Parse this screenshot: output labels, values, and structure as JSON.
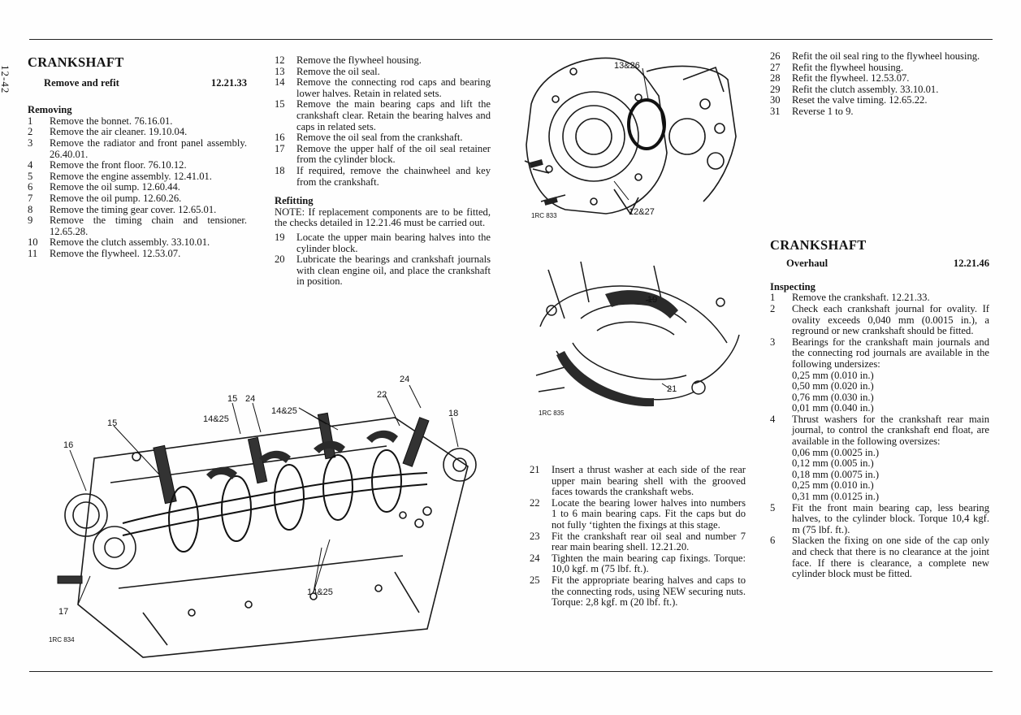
{
  "page_number": "12-42",
  "left": {
    "title": "CRANKSHAFT",
    "subtitle": "Remove and refit",
    "ref": "12.21.33",
    "removing_heading": "Removing",
    "removing": [
      {
        "n": "1",
        "t": "Remove the bonnet. 76.16.01."
      },
      {
        "n": "2",
        "t": "Remove the air cleaner. 19.10.04."
      },
      {
        "n": "3",
        "t": "Remove the radiator and front panel assembly. 26.40.01."
      },
      {
        "n": "4",
        "t": "Remove the front floor. 76.10.12."
      },
      {
        "n": "5",
        "t": "Remove the engine assembly. 12.41.01."
      },
      {
        "n": "6",
        "t": "Remove the oil sump. 12.60.44."
      },
      {
        "n": "7",
        "t": "Remove the oil pump. 12.60.26."
      },
      {
        "n": "8",
        "t": "Remove the timing gear cover. 12.65.01."
      },
      {
        "n": "9",
        "t": "Remove the timing chain and tensioner. 12.65.28."
      },
      {
        "n": "10",
        "t": "Remove the clutch assembly. 33.10.01."
      },
      {
        "n": "11",
        "t": "Remove the flywheel. 12.53.07."
      }
    ]
  },
  "middle": {
    "steps": [
      {
        "n": "12",
        "t": "Remove the flywheel housing."
      },
      {
        "n": "13",
        "t": "Remove the oil seal."
      },
      {
        "n": "14",
        "t": "Remove the connecting rod caps and bearing lower halves. Retain in related sets."
      },
      {
        "n": "15",
        "t": "Remove the main bearing caps and lift the crankshaft clear. Retain the bearing halves and caps in related sets."
      },
      {
        "n": "16",
        "t": "Remove the oil seal from the crankshaft."
      },
      {
        "n": "17",
        "t": "Remove the upper half of the oil seal retainer from the cylinder block."
      },
      {
        "n": "18",
        "t": "If required, remove the chainwheel and key from the crankshaft."
      }
    ],
    "refitting_heading": "Refitting",
    "note": "NOTE: If replacement components are to be fitted, the checks detailed in 12.21.46 must be carried out.",
    "refit": [
      {
        "n": "19",
        "t": "Locate the upper main bearing halves into the cylinder block."
      },
      {
        "n": "20",
        "t": "Lubricate the bearings and crankshaft journals with clean engine oil, and place the crankshaft in position."
      }
    ]
  },
  "third": {
    "steps": [
      {
        "n": "21",
        "t": "Insert a thrust washer at each side of the rear upper main bearing shell with the grooved faces towards the crankshaft webs."
      },
      {
        "n": "22",
        "t": "Locate the bearing lower halves into numbers 1 to 6 main bearing caps. Fit the caps but do not fully ‘tighten the fixings at this stage."
      },
      {
        "n": "23",
        "t": "Fit the crankshaft rear oil seal and number 7 rear main bearing shell. 12.21.20."
      },
      {
        "n": "24",
        "t": "Tighten the main bearing cap fixings. Torque: 10,0 kgf. m (75 lbf. ft.)."
      },
      {
        "n": "25",
        "t": "Fit the appropriate bearing halves and caps to the connecting rods, using NEW securing nuts. Torque: 2,8 kgf. m (20 lbf. ft.)."
      }
    ]
  },
  "right": {
    "steps_top": [
      {
        "n": "26",
        "t": "Refit the oil seal ring to the flywheel housing."
      },
      {
        "n": "27",
        "t": "Refit the flywheel housing."
      },
      {
        "n": "28",
        "t": "Refit the flywheel. 12.53.07."
      },
      {
        "n": "29",
        "t": "Refit the clutch assembly. 33.10.01."
      },
      {
        "n": "30",
        "t": "Reset the valve timing. 12.65.22."
      },
      {
        "n": "31",
        "t": "Reverse 1 to 9."
      }
    ],
    "title": "CRANKSHAFT",
    "subtitle": "Overhaul",
    "ref": "12.21.46",
    "inspecting_heading": "Inspecting",
    "s1": {
      "n": "1",
      "t": "Remove the crankshaft. 12.21.33."
    },
    "s2": {
      "n": "2",
      "t": "Check each crankshaft journal for ovality. If ovality exceeds 0,040 mm (0.0015 in.), a reground or new crankshaft should be fitted."
    },
    "s3": {
      "n": "3",
      "t": "Bearings for the crankshaft main journals and the connecting rod journals are available in the following undersizes:"
    },
    "undersizes": [
      "0,25 mm (0.010 in.)",
      "0,50 mm (0.020 in.)",
      "0,76 mm (0.030 in.)",
      "0,01 mm (0.040 in.)"
    ],
    "s4": {
      "n": "4",
      "t": "Thrust washers for the crankshaft rear main journal, to control the crankshaft end float, are available in the following oversizes:"
    },
    "oversizes": [
      "0,06 mm (0.0025 in.)",
      "0,12 mm (0.005 in.)",
      "0,18 mm (0.0075 in.)",
      "0,25 mm (0.010 in.)",
      "0,31 mm (0.0125 in.)"
    ],
    "s5": {
      "n": "5",
      "t": "Fit the front main bearing cap, less bearing halves, to the cylinder block. Torque 10,4 kgf. m (75 lbf. ft.)."
    },
    "s6": {
      "n": "6",
      "t": "Slacken the fixing on one side of the cap only and check that there is no clearance at the joint face. If there is clearance, a complete new cylinder block must be fitted."
    }
  },
  "figures": {
    "fig_main": {
      "code": "1RC 834",
      "callouts": [
        "15",
        "24",
        "14&25",
        "14&25",
        "16",
        "15",
        "22",
        "24",
        "18",
        "17",
        "14&25"
      ]
    },
    "fig_housing": {
      "code": "1RC 833",
      "callouts": [
        "13&26",
        "12&27"
      ]
    },
    "fig_bearing": {
      "code": "1RC 835",
      "callouts": [
        "19",
        "21"
      ]
    }
  }
}
